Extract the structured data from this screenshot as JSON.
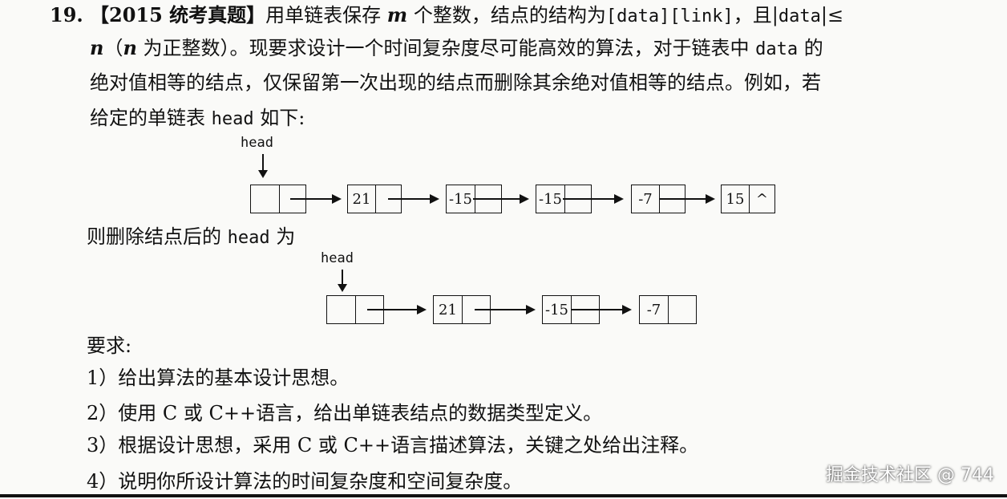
{
  "question": {
    "number": "19.",
    "source": "【2015 统考真题】",
    "line1_a": "用单链表保存 ",
    "var_m": "m",
    "line1_b": " 个整数，结点的结构为",
    "struct_code": "[data][link]",
    "line1_c": "，且|",
    "abs_data": "data",
    "line1_d": "|≤",
    "var_n": "n",
    "line2_a": "（",
    "line2_b": " 为正整数）。现要求设计一个时间复杂度尽可能高效的算法，对于链表中 ",
    "data_code": "data",
    "line2_c": " 的",
    "line3": "绝对值相等的结点，仅保留第一次出现的结点而删除其余绝对值相等的结点。例如，若",
    "line4_a": "给定的单链表 ",
    "head_code": "head",
    "line4_b": " 如下:",
    "result_a": "则删除结点后的 ",
    "result_b": " 为"
  },
  "diagram_before": {
    "head_label": "head",
    "nodes": [
      "",
      "21",
      "-15",
      "-15",
      "-7",
      "15"
    ],
    "tail_link": "^"
  },
  "diagram_after": {
    "head_label": "head",
    "nodes": [
      "",
      "21",
      "-15",
      "-7"
    ]
  },
  "requirements": {
    "title": "要求:",
    "items": [
      "1）给出算法的基本设计思想。",
      "2）使用 C 或 C++语言，给出单链表结点的数据类型定义。",
      "3）根据设计思想，采用 C 或 C++语言描述算法，关键之处给出注释。",
      "4）说明你所设计算法的时间复杂度和空间复杂度。"
    ]
  },
  "watermark": "掘金技术社区 @ 744"
}
